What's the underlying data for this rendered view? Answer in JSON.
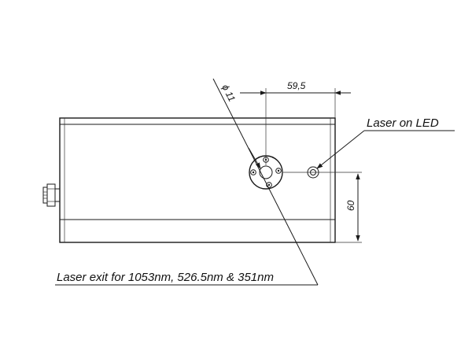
{
  "drawing": {
    "dimensions": {
      "diameter": "ϕ 11",
      "horizontal": "59,5",
      "vertical": "60"
    },
    "callouts": {
      "led": "Laser on LED",
      "exit": "Laser exit for 1053nm, 526.5nm & 351nm"
    }
  }
}
